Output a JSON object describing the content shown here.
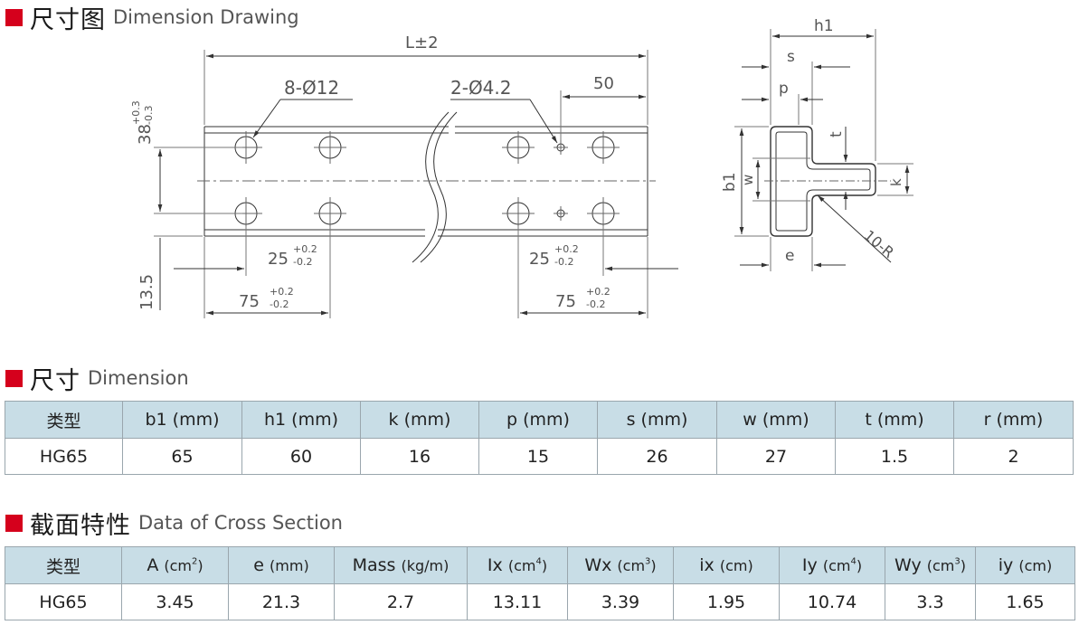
{
  "sections": {
    "drawing": {
      "cn": "尺寸图",
      "en": "Dimension Drawing"
    },
    "dimension": {
      "cn": "尺寸",
      "en": "Dimension"
    },
    "cross": {
      "cn": "截面特性",
      "en": "Data of Cross Section"
    }
  },
  "drawing_labels": {
    "length": "L±2",
    "holes_big": "8-Ø12",
    "holes_small": "2-Ø4.2",
    "dim_50": "50",
    "dim_38": "38",
    "tol_38_plus": "+0.3",
    "tol_38_minus": "-0.3",
    "dim_13_5": "13.5",
    "dim_25": "25",
    "dim_75": "75",
    "tol_plus": "+0.2",
    "tol_minus": "-0.2",
    "h1": "h1",
    "s": "s",
    "p": "p",
    "t": "t",
    "b1": "b1",
    "w": "w",
    "k": "k",
    "e": "e",
    "radius": "10-R"
  },
  "dimension_table": {
    "headers": [
      "类型",
      "b1 (mm)",
      "h1 (mm)",
      "k (mm)",
      "p (mm)",
      "s (mm)",
      "w (mm)",
      "t (mm)",
      "r (mm)"
    ],
    "rows": [
      [
        "HG65",
        "65",
        "60",
        "16",
        "15",
        "26",
        "27",
        "1.5",
        "2"
      ]
    ]
  },
  "cross_table": {
    "headers": [
      {
        "main": "类型",
        "unit": "",
        "sup": ""
      },
      {
        "main": "A",
        "unit": "(cm",
        "sup": "2",
        "close": ")"
      },
      {
        "main": "e",
        "unit": "(mm)",
        "sup": "",
        "close": ""
      },
      {
        "main": "Mass",
        "unit": "(kg/m)",
        "sup": "",
        "close": ""
      },
      {
        "main": "Ix",
        "unit": "(cm",
        "sup": "4",
        "close": ")"
      },
      {
        "main": "Wx",
        "unit": "(cm",
        "sup": "3",
        "close": ")"
      },
      {
        "main": "ix",
        "unit": "(cm)",
        "sup": "",
        "close": ""
      },
      {
        "main": "Iy",
        "unit": "(cm",
        "sup": "4",
        "close": ")"
      },
      {
        "main": "Wy",
        "unit": "(cm",
        "sup": "3",
        "close": ")"
      },
      {
        "main": "iy",
        "unit": "(cm)",
        "sup": "",
        "close": ""
      }
    ],
    "rows": [
      [
        "HG65",
        "3.45",
        "21.3",
        "2.7",
        "13.11",
        "3.39",
        "1.95",
        "10.74",
        "3.3",
        "1.65"
      ]
    ]
  },
  "colors": {
    "accent": "#d5001c",
    "header_bg": "#c8dde6",
    "grid": "#9aa6ad"
  }
}
